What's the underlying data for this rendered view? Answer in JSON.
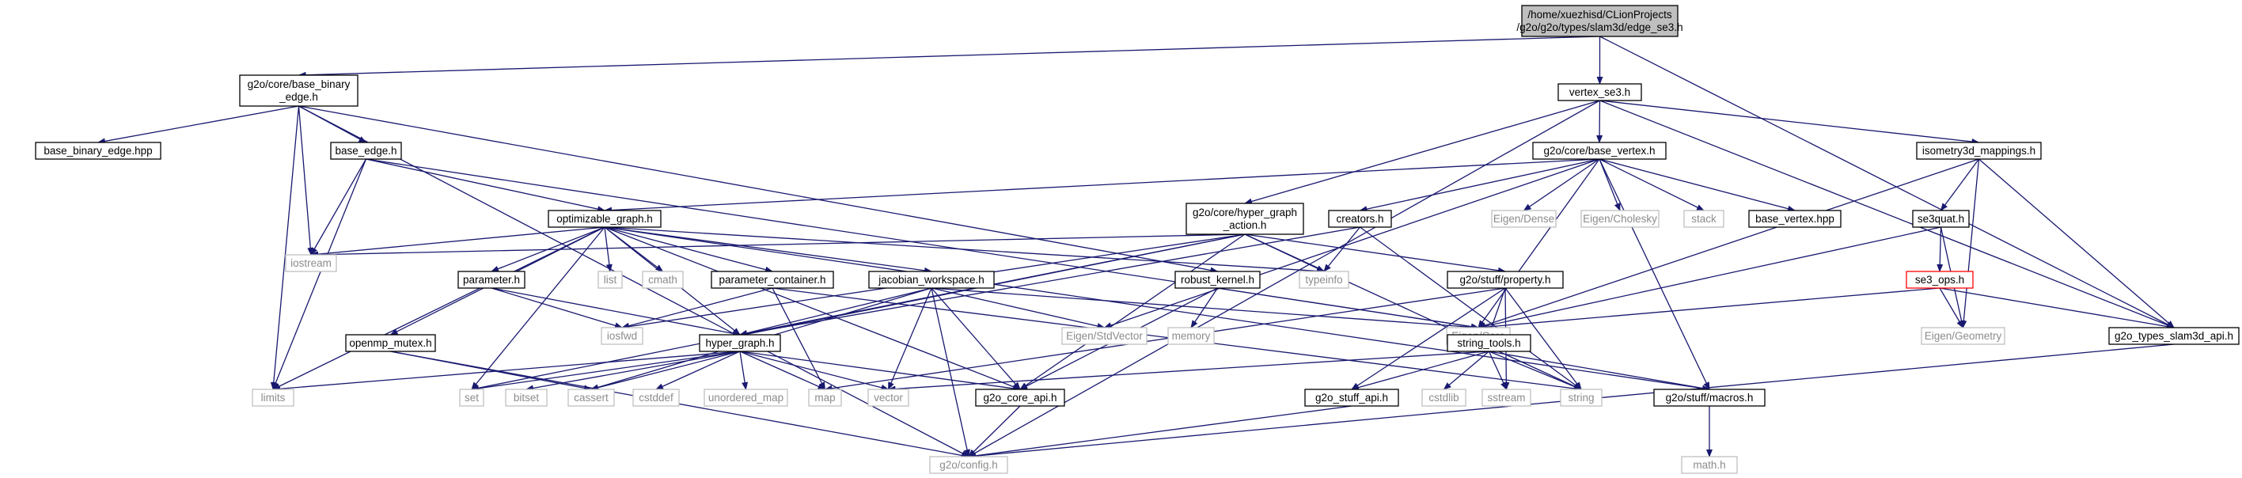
{
  "graph": {
    "colors": {
      "edge": "#191970",
      "root_fill": "#bfbfbf",
      "node_fill": "#ffffff",
      "node_stroke": "#000000",
      "external_stroke": "#bfbfbf",
      "external_text": "#8c8c8c",
      "truncated_stroke": "#ff0000"
    },
    "nodes": [
      {
        "id": "root",
        "lines": [
          "/home/xuezhisd/CLionProjects",
          "/g2o/g2o/types/slam3d/edge_se3.h"
        ],
        "kind": "root"
      },
      {
        "id": "base_binary_edge_h",
        "lines": [
          "g2o/core/base_binary",
          "_edge.h"
        ],
        "kind": "normal"
      },
      {
        "id": "vertex_se3_h",
        "lines": [
          "vertex_se3.h"
        ],
        "kind": "normal"
      },
      {
        "id": "base_binary_edge_hpp",
        "lines": [
          "base_binary_edge.hpp"
        ],
        "kind": "normal"
      },
      {
        "id": "base_edge_h",
        "lines": [
          "base_edge.h"
        ],
        "kind": "normal"
      },
      {
        "id": "base_vertex_h",
        "lines": [
          "g2o/core/base_vertex.h"
        ],
        "kind": "normal"
      },
      {
        "id": "isometry3d_mappings_h",
        "lines": [
          "isometry3d_mappings.h"
        ],
        "kind": "normal"
      },
      {
        "id": "optimizable_graph_h",
        "lines": [
          "optimizable_graph.h"
        ],
        "kind": "normal"
      },
      {
        "id": "hyper_graph_action_h",
        "lines": [
          "g2o/core/hyper_graph",
          "_action.h"
        ],
        "kind": "normal"
      },
      {
        "id": "creators_h",
        "lines": [
          "creators.h"
        ],
        "kind": "normal"
      },
      {
        "id": "eigen_dense",
        "lines": [
          "Eigen/Dense"
        ],
        "kind": "external"
      },
      {
        "id": "eigen_cholesky",
        "lines": [
          "Eigen/Cholesky"
        ],
        "kind": "external"
      },
      {
        "id": "stack",
        "lines": [
          "stack"
        ],
        "kind": "external"
      },
      {
        "id": "base_vertex_hpp",
        "lines": [
          "base_vertex.hpp"
        ],
        "kind": "normal"
      },
      {
        "id": "se3quat_h",
        "lines": [
          "se3quat.h"
        ],
        "kind": "normal"
      },
      {
        "id": "iostream",
        "lines": [
          "iostream"
        ],
        "kind": "external"
      },
      {
        "id": "parameter_h",
        "lines": [
          "parameter.h"
        ],
        "kind": "normal"
      },
      {
        "id": "list",
        "lines": [
          "list"
        ],
        "kind": "external"
      },
      {
        "id": "cmath",
        "lines": [
          "cmath"
        ],
        "kind": "external"
      },
      {
        "id": "parameter_container_h",
        "lines": [
          "parameter_container.h"
        ],
        "kind": "normal"
      },
      {
        "id": "jacobian_workspace_h",
        "lines": [
          "jacobian_workspace.h"
        ],
        "kind": "normal"
      },
      {
        "id": "robust_kernel_h",
        "lines": [
          "robust_kernel.h"
        ],
        "kind": "normal"
      },
      {
        "id": "typeinfo",
        "lines": [
          "typeinfo"
        ],
        "kind": "external"
      },
      {
        "id": "property_h",
        "lines": [
          "g2o/stuff/property.h"
        ],
        "kind": "normal"
      },
      {
        "id": "se3_ops_h",
        "lines": [
          "se3_ops.h"
        ],
        "kind": "truncated"
      },
      {
        "id": "openmp_mutex_h",
        "lines": [
          "openmp_mutex.h"
        ],
        "kind": "normal"
      },
      {
        "id": "iosfwd",
        "lines": [
          "iosfwd"
        ],
        "kind": "external"
      },
      {
        "id": "hyper_graph_h",
        "lines": [
          "hyper_graph.h"
        ],
        "kind": "normal"
      },
      {
        "id": "eigen_stdvector",
        "lines": [
          "Eigen/StdVector"
        ],
        "kind": "external"
      },
      {
        "id": "memory",
        "lines": [
          "memory"
        ],
        "kind": "external"
      },
      {
        "id": "eigen_core",
        "lines": [
          "Eigen/Core"
        ],
        "kind": "external"
      },
      {
        "id": "string_tools_h",
        "lines": [
          "string_tools.h"
        ],
        "kind": "normal"
      },
      {
        "id": "eigen_geometry",
        "lines": [
          "Eigen/Geometry"
        ],
        "kind": "external"
      },
      {
        "id": "g2o_types_slam3d_api_h",
        "lines": [
          "g2o_types_slam3d_api.h"
        ],
        "kind": "normal"
      },
      {
        "id": "limits",
        "lines": [
          "limits"
        ],
        "kind": "external"
      },
      {
        "id": "set",
        "lines": [
          "set"
        ],
        "kind": "external"
      },
      {
        "id": "bitset",
        "lines": [
          "bitset"
        ],
        "kind": "external"
      },
      {
        "id": "cassert",
        "lines": [
          "cassert"
        ],
        "kind": "external"
      },
      {
        "id": "cstddef",
        "lines": [
          "cstddef"
        ],
        "kind": "external"
      },
      {
        "id": "unordered_map",
        "lines": [
          "unordered_map"
        ],
        "kind": "external"
      },
      {
        "id": "map",
        "lines": [
          "map"
        ],
        "kind": "external"
      },
      {
        "id": "vector",
        "lines": [
          "vector"
        ],
        "kind": "external"
      },
      {
        "id": "g2o_core_api_h",
        "lines": [
          "g2o_core_api.h"
        ],
        "kind": "normal"
      },
      {
        "id": "cstdlib",
        "lines": [
          "cstdlib"
        ],
        "kind": "external"
      },
      {
        "id": "sstream",
        "lines": [
          "sstream"
        ],
        "kind": "external"
      },
      {
        "id": "string",
        "lines": [
          "string"
        ],
        "kind": "external"
      },
      {
        "id": "g2o_stuff_api_h",
        "lines": [
          "g2o_stuff_api.h"
        ],
        "kind": "normal"
      },
      {
        "id": "macros_h",
        "lines": [
          "g2o/stuff/macros.h"
        ],
        "kind": "normal"
      },
      {
        "id": "config_h",
        "lines": [
          "g2o/config.h"
        ],
        "kind": "external"
      },
      {
        "id": "math_h",
        "lines": [
          "math.h"
        ],
        "kind": "external"
      }
    ],
    "edges": [
      [
        "root",
        "base_binary_edge_h"
      ],
      [
        "root",
        "vertex_se3_h"
      ],
      [
        "root",
        "g2o_types_slam3d_api_h"
      ],
      [
        "base_binary_edge_h",
        "base_binary_edge_hpp"
      ],
      [
        "base_binary_edge_h",
        "base_edge_h"
      ],
      [
        "base_binary_edge_h",
        "iostream"
      ],
      [
        "base_binary_edge_h",
        "limits"
      ],
      [
        "base_binary_edge_h",
        "robust_kernel_h"
      ],
      [
        "base_binary_edge_h",
        "config_h"
      ],
      [
        "vertex_se3_h",
        "base_vertex_h"
      ],
      [
        "vertex_se3_h",
        "hyper_graph_action_h"
      ],
      [
        "vertex_se3_h",
        "isometry3d_mappings_h"
      ],
      [
        "vertex_se3_h",
        "g2o_types_slam3d_api_h"
      ],
      [
        "vertex_se3_h",
        "config_h"
      ],
      [
        "base_edge_h",
        "optimizable_graph_h"
      ],
      [
        "base_edge_h",
        "iostream"
      ],
      [
        "base_edge_h",
        "limits"
      ],
      [
        "base_edge_h",
        "eigen_core"
      ],
      [
        "base_vertex_h",
        "optimizable_graph_h"
      ],
      [
        "base_vertex_h",
        "creators_h"
      ],
      [
        "base_vertex_h",
        "eigen_dense"
      ],
      [
        "base_vertex_h",
        "eigen_cholesky"
      ],
      [
        "base_vertex_h",
        "stack"
      ],
      [
        "base_vertex_h",
        "base_vertex_hpp"
      ],
      [
        "base_vertex_h",
        "eigen_core"
      ],
      [
        "base_vertex_h",
        "eigen_stdvector"
      ],
      [
        "base_vertex_h",
        "macros_h"
      ],
      [
        "isometry3d_mappings_h",
        "se3quat_h"
      ],
      [
        "isometry3d_mappings_h",
        "eigen_core"
      ],
      [
        "isometry3d_mappings_h",
        "eigen_geometry"
      ],
      [
        "isometry3d_mappings_h",
        "g2o_types_slam3d_api_h"
      ],
      [
        "optimizable_graph_h",
        "iostream"
      ],
      [
        "optimizable_graph_h",
        "parameter_h"
      ],
      [
        "optimizable_graph_h",
        "list"
      ],
      [
        "optimizable_graph_h",
        "cmath"
      ],
      [
        "optimizable_graph_h",
        "parameter_container_h"
      ],
      [
        "optimizable_graph_h",
        "jacobian_workspace_h"
      ],
      [
        "optimizable_graph_h",
        "typeinfo"
      ],
      [
        "optimizable_graph_h",
        "openmp_mutex_h"
      ],
      [
        "optimizable_graph_h",
        "hyper_graph_h"
      ],
      [
        "optimizable_graph_h",
        "set"
      ],
      [
        "optimizable_graph_h",
        "limits"
      ],
      [
        "optimizable_graph_h",
        "g2o_core_api_h"
      ],
      [
        "optimizable_graph_h",
        "macros_h"
      ],
      [
        "hyper_graph_action_h",
        "typeinfo"
      ],
      [
        "hyper_graph_action_h",
        "iosfwd"
      ],
      [
        "hyper_graph_action_h",
        "hyper_graph_h"
      ],
      [
        "hyper_graph_action_h",
        "property_h"
      ],
      [
        "hyper_graph_action_h",
        "iostream"
      ],
      [
        "hyper_graph_action_h",
        "set"
      ],
      [
        "hyper_graph_action_h",
        "string"
      ],
      [
        "hyper_graph_action_h",
        "g2o_core_api_h"
      ],
      [
        "creators_h",
        "hyper_graph_h"
      ],
      [
        "creators_h",
        "typeinfo"
      ],
      [
        "creators_h",
        "string"
      ],
      [
        "se3quat_h",
        "se3_ops_h"
      ],
      [
        "se3quat_h",
        "eigen_core"
      ],
      [
        "se3quat_h",
        "eigen_geometry"
      ],
      [
        "parameter_h",
        "iosfwd"
      ],
      [
        "parameter_h",
        "hyper_graph_h"
      ],
      [
        "parameter_container_h",
        "iosfwd"
      ],
      [
        "parameter_container_h",
        "map"
      ],
      [
        "parameter_container_h",
        "string"
      ],
      [
        "jacobian_workspace_h",
        "eigen_core"
      ],
      [
        "jacobian_workspace_h",
        "eigen_stdvector"
      ],
      [
        "jacobian_workspace_h",
        "vector"
      ],
      [
        "jacobian_workspace_h",
        "cassert"
      ],
      [
        "jacobian_workspace_h",
        "hyper_graph_h"
      ],
      [
        "jacobian_workspace_h",
        "g2o_core_api_h"
      ],
      [
        "jacobian_workspace_h",
        "config_h"
      ],
      [
        "robust_kernel_h",
        "memory"
      ],
      [
        "robust_kernel_h",
        "eigen_core"
      ],
      [
        "robust_kernel_h",
        "g2o_core_api_h"
      ],
      [
        "property_h",
        "string"
      ],
      [
        "property_h",
        "map"
      ],
      [
        "property_h",
        "sstream"
      ],
      [
        "property_h",
        "string_tools_h"
      ],
      [
        "property_h",
        "g2o_stuff_api_h"
      ],
      [
        "se3_ops_h",
        "eigen_core"
      ],
      [
        "se3_ops_h",
        "eigen_geometry"
      ],
      [
        "se3_ops_h",
        "g2o_types_slam3d_api_h"
      ],
      [
        "openmp_mutex_h",
        "config_h"
      ],
      [
        "openmp_mutex_h",
        "cassert"
      ],
      [
        "hyper_graph_h",
        "map"
      ],
      [
        "hyper_graph_h",
        "set"
      ],
      [
        "hyper_graph_h",
        "limits"
      ],
      [
        "hyper_graph_h",
        "bitset"
      ],
      [
        "hyper_graph_h",
        "cassert"
      ],
      [
        "hyper_graph_h",
        "cstddef"
      ],
      [
        "hyper_graph_h",
        "unordered_map"
      ],
      [
        "hyper_graph_h",
        "vector"
      ],
      [
        "hyper_graph_h",
        "g2o_core_api_h"
      ],
      [
        "string_tools_h",
        "string"
      ],
      [
        "string_tools_h",
        "vector"
      ],
      [
        "string_tools_h",
        "sstream"
      ],
      [
        "string_tools_h",
        "cstdlib"
      ],
      [
        "string_tools_h",
        "g2o_stuff_api_h"
      ],
      [
        "string_tools_h",
        "macros_h"
      ],
      [
        "g2o_types_slam3d_api_h",
        "config_h"
      ],
      [
        "g2o_core_api_h",
        "config_h"
      ],
      [
        "g2o_stuff_api_h",
        "config_h"
      ],
      [
        "macros_h",
        "math_h"
      ]
    ]
  }
}
